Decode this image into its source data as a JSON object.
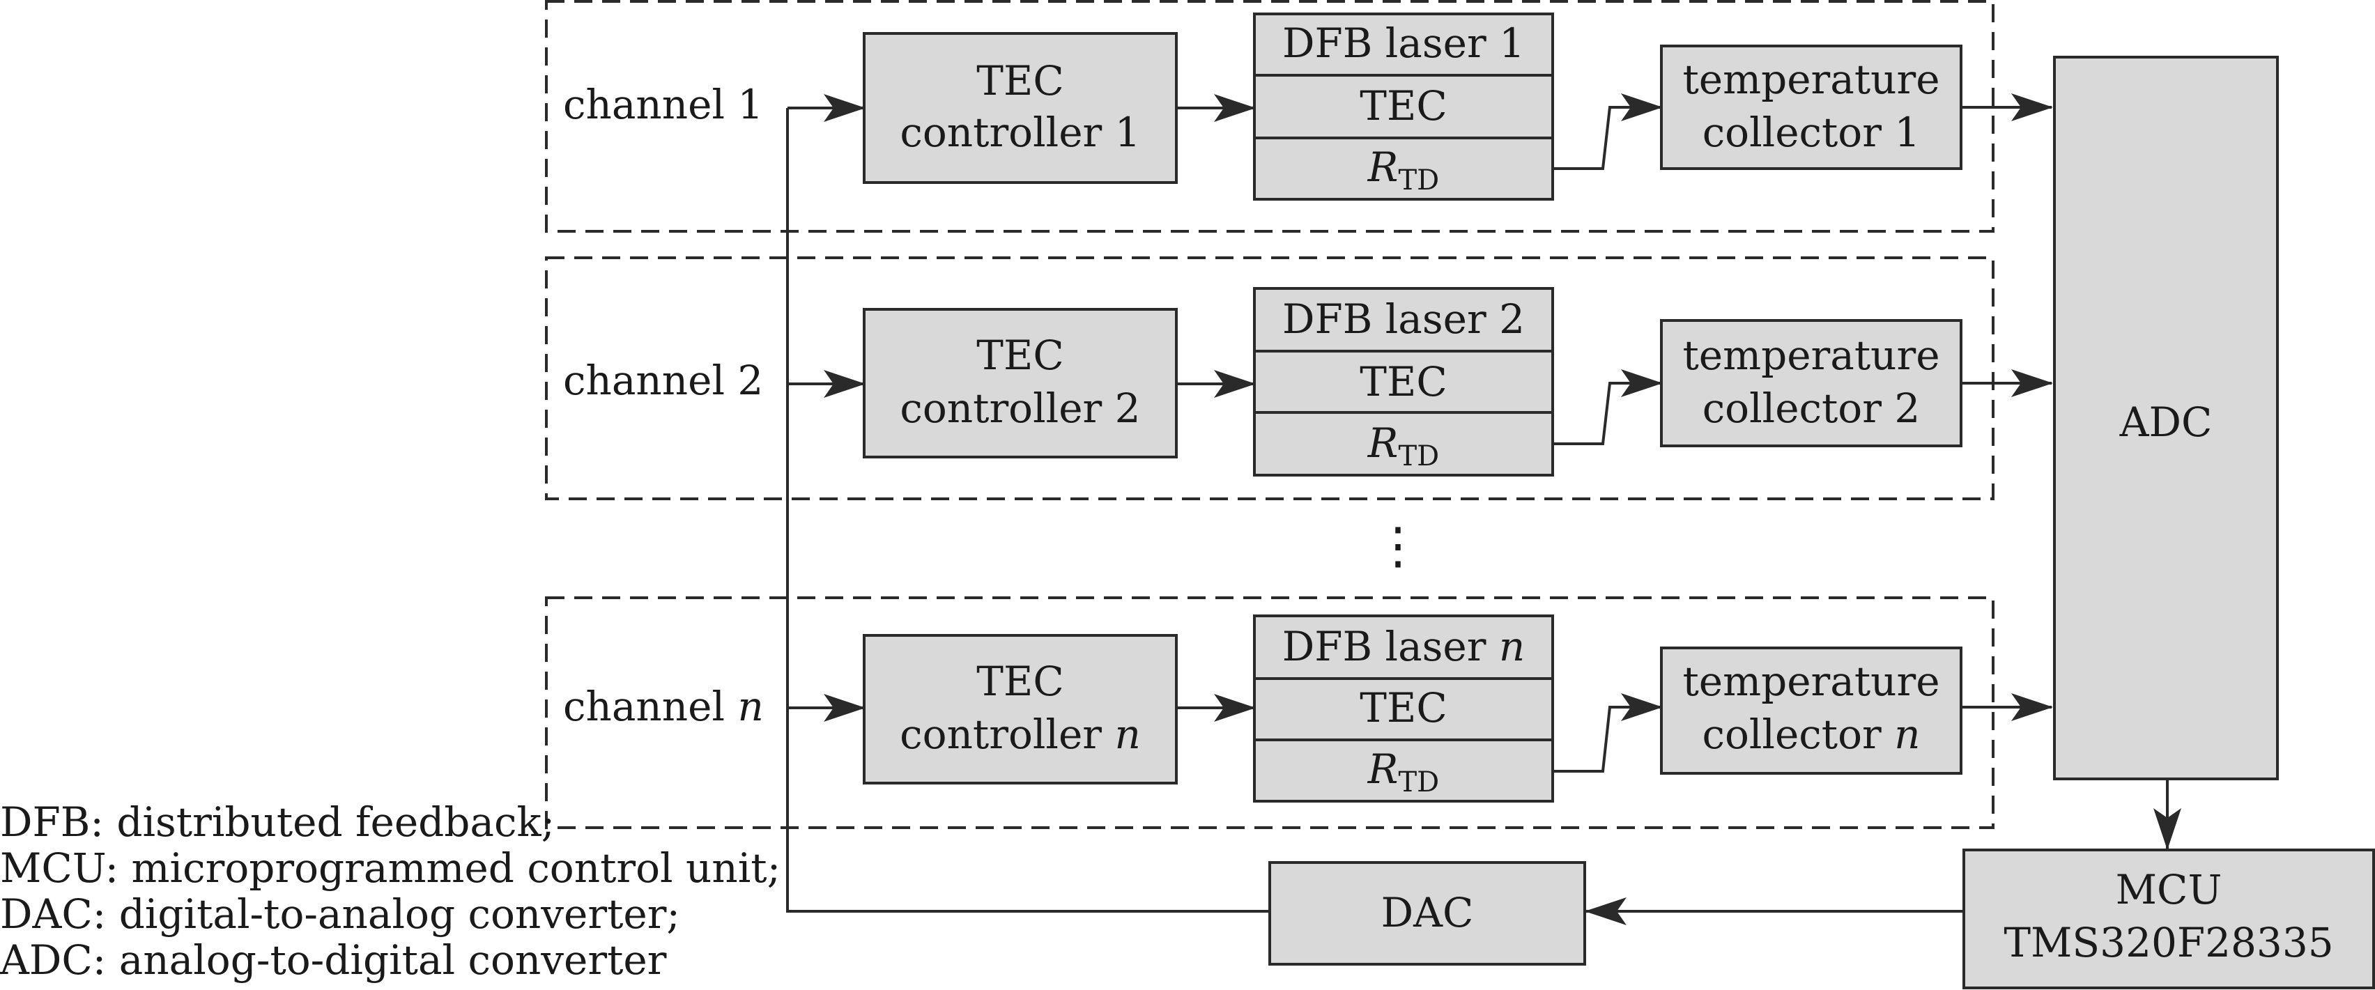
{
  "channels": [
    {
      "label": "channel 1",
      "tec_controller": [
        "TEC",
        "controller 1"
      ],
      "laser": "DFB laser  1",
      "tec": "TEC",
      "rtd_main": "R",
      "rtd_sub": "TD",
      "collector": [
        "temperature",
        "collector 1"
      ]
    },
    {
      "label": "channel 2",
      "tec_controller": [
        "TEC",
        "controller 2"
      ],
      "laser": "DFB laser 2",
      "tec": "TEC",
      "rtd_main": "R",
      "rtd_sub": "TD",
      "collector": [
        "temperature",
        "collector 2"
      ]
    },
    {
      "label_prefix": "channel ",
      "label_var": "n",
      "tec_controller_line1": "TEC",
      "tec_controller_prefix": "controller ",
      "tec_controller_var": "n",
      "laser_prefix": "DFB laser ",
      "laser_var": "n",
      "tec": "TEC",
      "rtd_main": "R",
      "rtd_sub": "TD",
      "collector_line1": "temperature",
      "collector_prefix": "collector ",
      "collector_var": "n"
    }
  ],
  "ellipsis": "⋮",
  "adc": "ADC",
  "mcu": [
    "MCU",
    "TMS320F28335"
  ],
  "dac": "DAC",
  "legend": [
    "DFB: distributed feedback;",
    "MCU: microprogrammed control unit;",
    "DAC: digital-to-analog converter;",
    "ADC: analog-to-digital converter"
  ]
}
